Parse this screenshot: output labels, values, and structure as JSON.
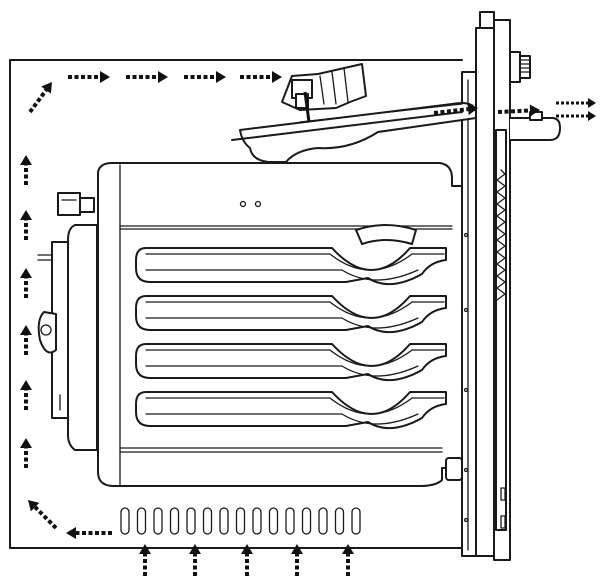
{
  "diagram": {
    "kind": "built-in oven cooling airflow cross-section",
    "palette": {
      "line": "#1a1a1a",
      "background": "#ffffff",
      "arrow": "#111111"
    },
    "components": [
      "cabinet-niche",
      "oven-cavity",
      "rack-runners",
      "front-door-panel",
      "cooling-fan",
      "air-outlet-duct",
      "door-handle",
      "control-knob",
      "rear-heater-bracket",
      "bottom-air-vents"
    ],
    "oven_shelf_levels": 4,
    "bottom_vent_slots": 15,
    "airflow": {
      "left_side_rising_arrows": 6,
      "top_rightward_arrows": 4,
      "exhaust_arrows": 4,
      "intake_arrows_from_below": 5,
      "bottom_leftward_arrows": 2
    }
  }
}
